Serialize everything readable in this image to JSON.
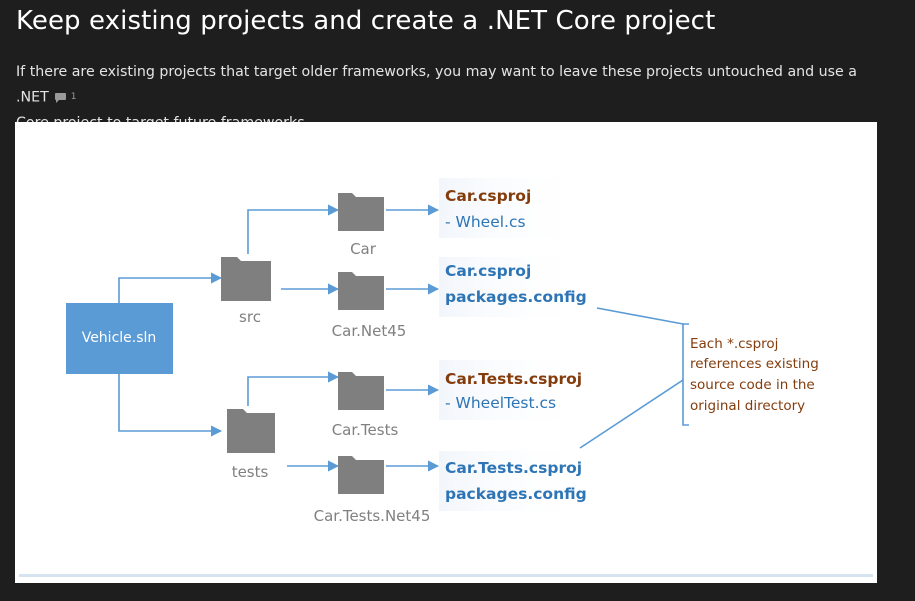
{
  "page": {
    "title": "Keep existing projects and create a .NET Core project",
    "intro_line1": "If there are existing projects that target older frameworks, you may want to leave these projects untouched and use a .NET",
    "intro_line2": "Core project to target future frameworks.",
    "comment_count": "1"
  },
  "colors": {
    "solution_box": "#5b9bd5",
    "folder": "#7f7f7f",
    "arrow": "#5b9bd5",
    "project_name": "#843c0c",
    "file_text": "#2e75b6",
    "label_text": "#808080",
    "note_text": "#843c0c"
  },
  "diagram": {
    "solution": "Vehicle.sln",
    "folders": {
      "src": "src",
      "tests": "tests",
      "car": "Car",
      "car_net45": "Car.Net45",
      "car_tests": "Car.Tests",
      "car_tests_net45": "Car.Tests.Net45"
    },
    "projects": {
      "car": {
        "name": "Car.csproj",
        "file": "- Wheel.cs"
      },
      "car_net45": {
        "name": "Car.csproj",
        "file": "packages.config"
      },
      "car_tests": {
        "name": "Car.Tests.csproj",
        "file": "- WheelTest.cs"
      },
      "car_tests_net45": {
        "name": "Car.Tests.csproj",
        "file": "packages.config"
      }
    },
    "note": {
      "line1": "Each *.csproj",
      "line2": "references existing",
      "line3": "source code in the",
      "line4": "original directory"
    }
  }
}
